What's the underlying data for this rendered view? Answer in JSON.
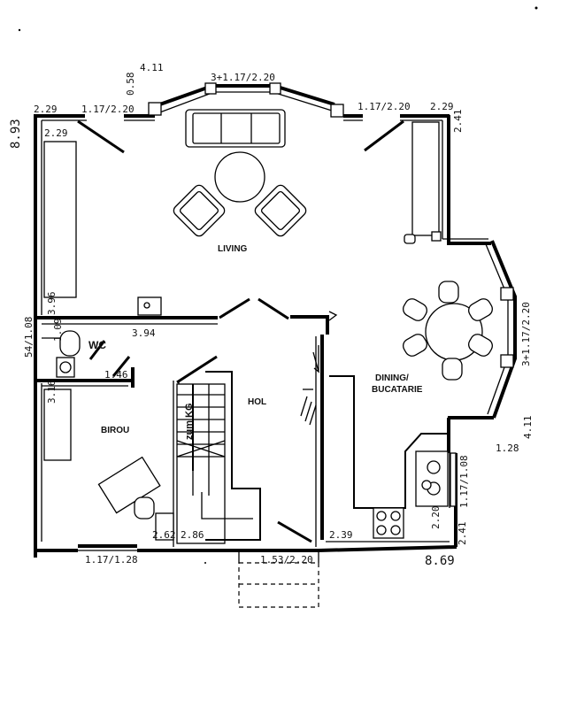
{
  "rooms": {
    "living": "LIVING",
    "dining_line1": "DINING/",
    "dining_line2": "BUCATARIE",
    "hol": "HOL",
    "birou": "BIROU",
    "wc": "WC",
    "stairs": "zum KG"
  },
  "dimensions": {
    "top_height": "4.11",
    "bay_window": "3+1.17/2.20",
    "bay_depth": "0.58",
    "left_corner": "2.29",
    "left_window": "1.17/2.20",
    "right_window": "1.17/2.20",
    "right_corner": "2.29",
    "right_corner_side": "2.41",
    "total_depth": "8.93",
    "living_inner": "2.29",
    "living_wall": "3.96",
    "wc_height": "1.09",
    "wc_window": "54/1.08",
    "wc_width": "3.94",
    "wc_depth": "1.46",
    "birou_wall": "3.16",
    "birou_width": "2.62",
    "hol_width": "2.86",
    "bottom_window": "1.17/1.28",
    "entrance": "1.53/2.20",
    "total_width": "8.69",
    "kitchen_width": "2.39",
    "kitchen_side": "2.20",
    "bottom_right": "2.41",
    "right_bay": "3+1.17/2.20",
    "right_bay_height": "4.11",
    "right_offset": "1.28",
    "kitchen_window": "1.17/1.08"
  }
}
